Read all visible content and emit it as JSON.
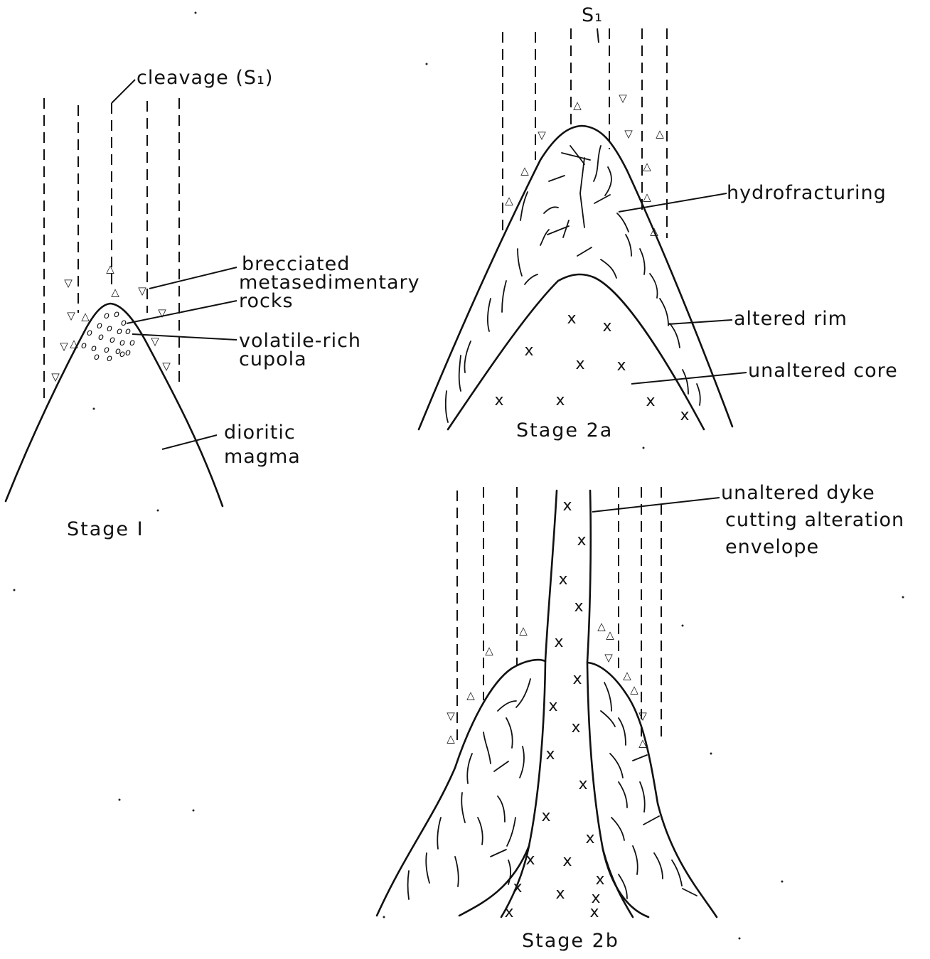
{
  "stage1": {
    "caption": "Stage I",
    "labels": {
      "cleavage": "cleavage (S₁)",
      "breccia_line1": "brecciated",
      "breccia_line2": "metasedimentary",
      "breccia_line3": "rocks",
      "cupola_line1": "volatile-rich",
      "cupola_line2": "cupola",
      "magma_line1": "dioritic",
      "magma_line2": "magma"
    }
  },
  "stage2a": {
    "caption": "Stage 2a",
    "labels": {
      "s1": "S₁",
      "hydrofracturing": "hydrofracturing",
      "altered_rim": "altered rim",
      "unaltered_core": "unaltered core"
    }
  },
  "stage2b": {
    "caption": "Stage 2b",
    "labels": {
      "dyke_line1": "unaltered dyke",
      "dyke_line2": "cutting alteration",
      "dyke_line3": "envelope"
    }
  },
  "symbols": {
    "cross": "x",
    "triangle_up": "△",
    "triangle_down": "▽",
    "cupola_cell": "o"
  },
  "colors": {
    "ink": "#111111",
    "paper": "#ffffff"
  }
}
